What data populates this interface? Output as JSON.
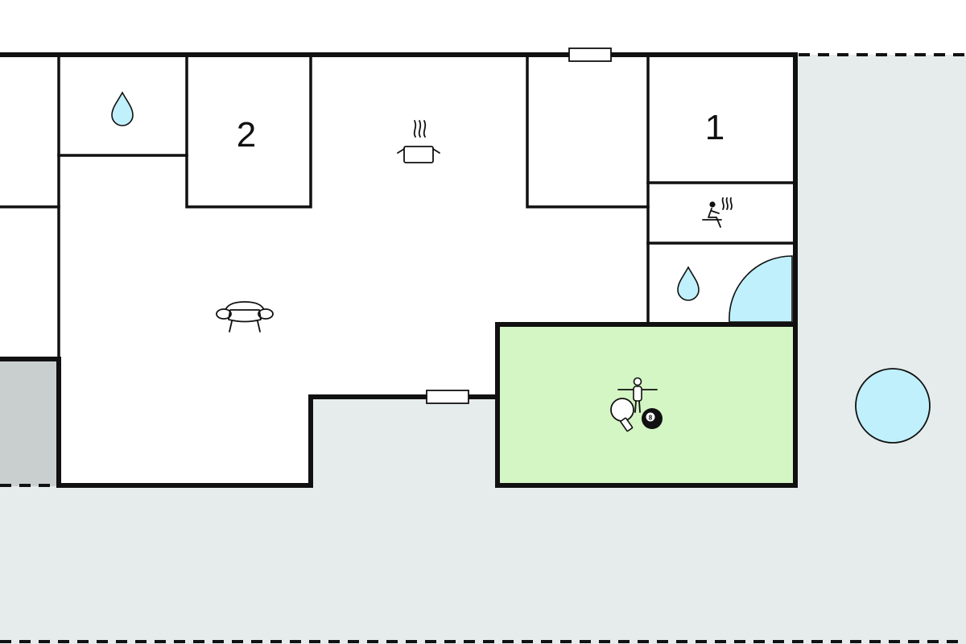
{
  "rooms": {
    "bedroom_1": {
      "label": "1"
    },
    "bedroom_2": {
      "label": "2"
    }
  },
  "icons": {
    "water_drop": "water-drop-icon",
    "kitchen": "cooking-pot-icon",
    "sofa": "sofa-icon",
    "sauna": "sauna-icon",
    "activity_room": "activity-room-icon",
    "billiard_ball": {
      "name": "billiard-ball-icon",
      "label": "8"
    },
    "pool": "pool-icon"
  },
  "colors": {
    "wall": "#111111",
    "outdoor": "#e6ecec",
    "activity_room": "#d4f5c4",
    "water": "#bff0fb",
    "neighbor": "#c9cfcf"
  }
}
